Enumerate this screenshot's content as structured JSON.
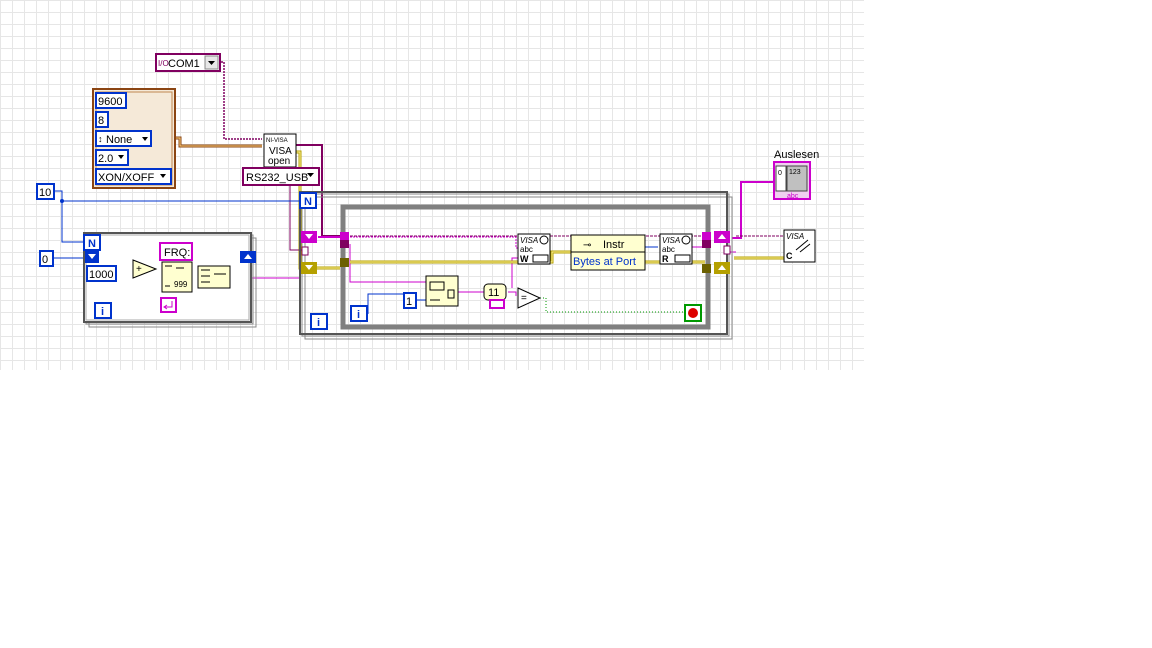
{
  "diagram": {
    "visa_resource": {
      "prefix": "I/O",
      "value": "COM1"
    },
    "serial_config": {
      "baud": "9600",
      "data_bits": "8",
      "parity": "None",
      "stop_bits": "2.0",
      "flow": "XON/XOFF"
    },
    "visa_open": {
      "header": "NI-VISA",
      "line1": "VISA",
      "line2": "open"
    },
    "serial_type": "RS232_USB",
    "const_ten": "10",
    "const_zero": "0",
    "const_thousand": "1000",
    "const_one": "1",
    "const_eleven": "11",
    "frq_string": "FRQ:",
    "count_terminal": "N",
    "loop_index": "i",
    "format_glyph": "999",
    "property_node": {
      "class": "Instr",
      "property": "Bytes at Port"
    },
    "visa_write": {
      "title": "VISA",
      "sub": "abc",
      "letter": "W"
    },
    "visa_read": {
      "title": "VISA",
      "sub": "abc",
      "letter": "R"
    },
    "visa_close": {
      "title": "VISA",
      "letter": "C"
    },
    "indicator": {
      "label": "Auslesen",
      "num": "123",
      "sub": "abc"
    },
    "colors": {
      "string": "#cc00cc",
      "number": "#0033cc",
      "resource": "#800060",
      "cluster": "#8b4513",
      "error": "#b5a000",
      "boolean": "#009900"
    }
  }
}
